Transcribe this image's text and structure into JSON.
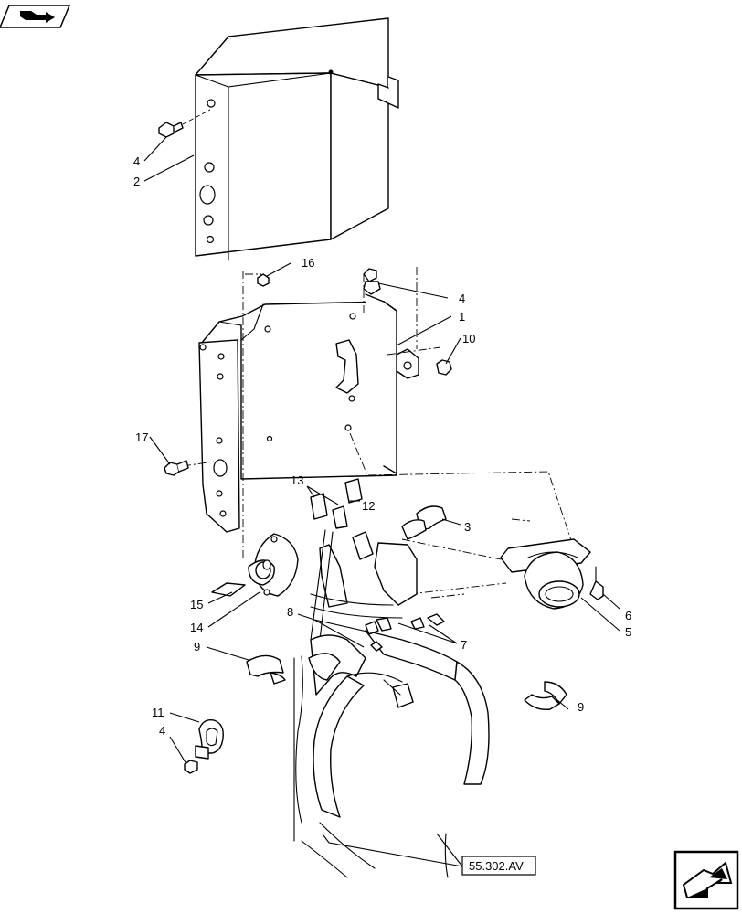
{
  "diagram": {
    "reference": "55.302.AV",
    "callouts": [
      "1",
      "2",
      "3",
      "4",
      "4",
      "4",
      "5",
      "6",
      "7",
      "8",
      "9",
      "9",
      "10",
      "11",
      "12",
      "13",
      "14",
      "15",
      "16",
      "17"
    ]
  },
  "icons": {
    "top_left": "book-arrow-icon",
    "bottom_right": "next-page-arrow-icon"
  }
}
